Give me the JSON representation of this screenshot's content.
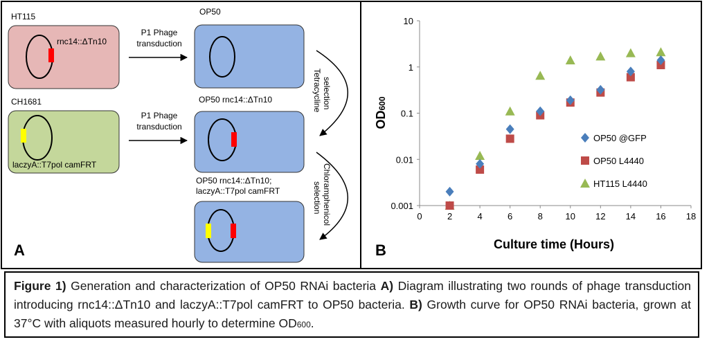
{
  "panel_a": {
    "label": "A",
    "strains": {
      "ht115": {
        "name": "HT115",
        "marker": "rnc14::ΔTn10"
      },
      "ch1681": {
        "name": "CH1681",
        "marker": "laczyA::T7pol camFRT"
      }
    },
    "arrows": {
      "top": {
        "line1": "P1 Phage",
        "line2": "transduction"
      },
      "bottom": {
        "line1": "P1 Phage",
        "line2": "transduction"
      }
    },
    "targets": {
      "op50": "OP50",
      "op50_rnc": "OP50 rnc14::ΔTn10",
      "final_line1": "OP50 rnc14::ΔTn10;",
      "final_line2": "laczyA::T7pol camFRT"
    },
    "selections": {
      "tet": "Tetracycline selection",
      "cam": "Chloramphenicol selection"
    },
    "colors": {
      "ht115_fill": "#e6b7b6",
      "ch1681_fill": "#c4d79b",
      "op50_fill": "#94b3e3",
      "rnc_marker": "#ff0000",
      "cam_marker": "#ffff00"
    }
  },
  "panel_b": {
    "label": "B"
  },
  "chart_data": {
    "type": "scatter",
    "xlabel": "Culture time (Hours)",
    "ylabel": "OD600",
    "ylabel_main": "OD",
    "ylabel_sub": "600",
    "xlim": [
      0,
      18
    ],
    "ylim": [
      0.001,
      10
    ],
    "yscale": "log",
    "x_ticks": [
      0,
      2,
      4,
      6,
      8,
      10,
      12,
      14,
      16,
      18
    ],
    "y_ticks": [
      0.001,
      0.01,
      0.1,
      1,
      10
    ],
    "y_tick_labels": [
      "0.001",
      "0.01",
      "0.1",
      "1",
      "10"
    ],
    "grid": false,
    "legend_position": "lower-right",
    "series": [
      {
        "name": "OP50 @GFP",
        "marker": "diamond",
        "color": "#4a7ebb",
        "x": [
          2,
          4,
          6,
          8,
          10,
          12,
          14,
          16
        ],
        "y": [
          0.002,
          0.008,
          0.045,
          0.11,
          0.19,
          0.32,
          0.8,
          1.4
        ]
      },
      {
        "name": "OP50 L4440",
        "marker": "square",
        "color": "#be4b48",
        "x": [
          2,
          4,
          6,
          8,
          10,
          12,
          14,
          16
        ],
        "y": [
          0.001,
          0.006,
          0.028,
          0.09,
          0.17,
          0.28,
          0.6,
          1.1
        ]
      },
      {
        "name": "HT115 L4440",
        "marker": "triangle",
        "color": "#98b954",
        "x": [
          2,
          4,
          6,
          8,
          10,
          12,
          14,
          16
        ],
        "y": [
          0.001,
          0.012,
          0.11,
          0.65,
          1.4,
          1.7,
          2.0,
          2.1
        ]
      }
    ]
  },
  "caption": {
    "figure_label": "Figure 1)",
    "title": " Generation and characterization of OP50 RNAi bacteria ",
    "a_label": "A)",
    "a_text": " Diagram illustrating two rounds of phage transduction introducing rnc14::ΔTn10 and laczyA::T7pol camFRT to OP50 bacteria. ",
    "b_label": "B)",
    "b_text": " Growth curve for OP50 RNAi bacteria, grown at 37°C with aliquots measured hourly to determine OD",
    "b_sub": "600",
    "b_end": "."
  }
}
